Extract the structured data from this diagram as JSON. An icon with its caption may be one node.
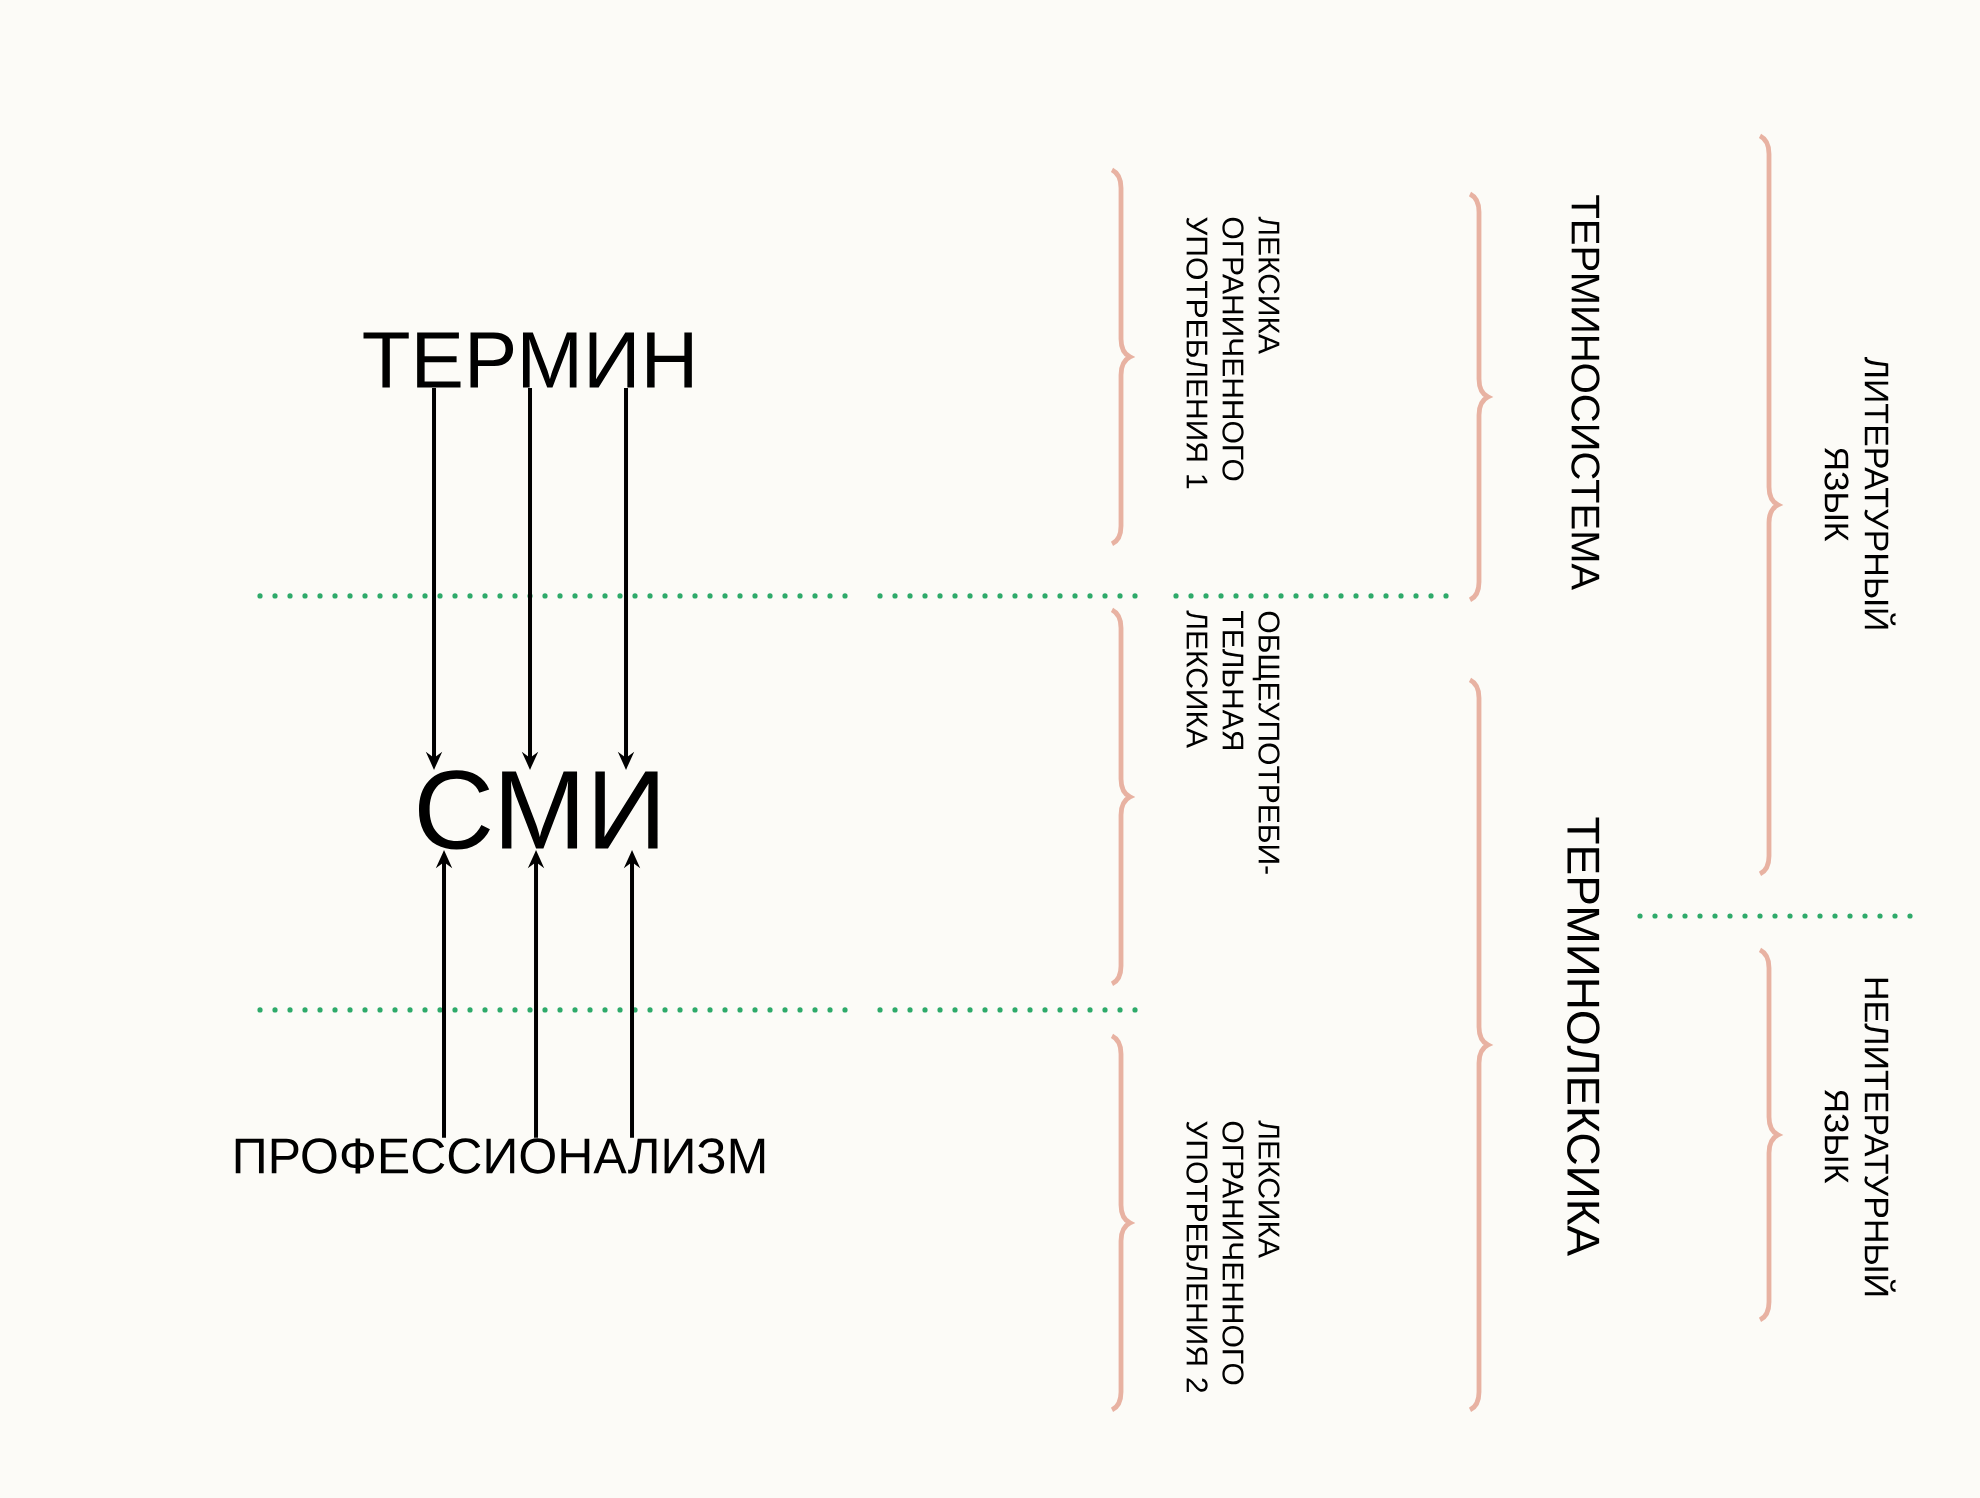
{
  "diagram": {
    "nodes": [
      {
        "text": [
          "ТЕРМИН"
        ]
      },
      {
        "text": [
          "СМИ"
        ]
      },
      {
        "text": [
          "ПРОФЕССИОНАЛИЗМ"
        ]
      }
    ],
    "edges": [
      {
        "from": 0,
        "to": 1,
        "arrow": "to"
      },
      {
        "from": 0,
        "to": 1,
        "arrow": "to"
      },
      {
        "from": 0,
        "to": 1,
        "arrow": "to"
      },
      {
        "from": 2,
        "to": 1,
        "arrow": "to"
      },
      {
        "from": 2,
        "to": 1,
        "arrow": "to"
      },
      {
        "from": 2,
        "to": 1,
        "arrow": "to"
      }
    ],
    "labels": [
      "ЛЕКСИКА ОГРАНИЧЕННОГО УПОТРЕБЛЕНИЯ 1",
      "ТЕРМИНОСИСТЕМА",
      "ЛИТЕРАТУРНЫЙ ЯЗЫК",
      "ОБЩЕУПОТРЕБИ- ТЕЛЬНАЯ ЛЕКСИКА",
      "ТЕРМИНОЛЕКСИКА",
      "НЕЛИТЕРАТУРНЫЙ ЯЗЫК",
      "ЛЕКСИКА ОГРАНИЧЕННОГО УПОТРЕБЛЕНИЯ 2"
    ]
  }
}
